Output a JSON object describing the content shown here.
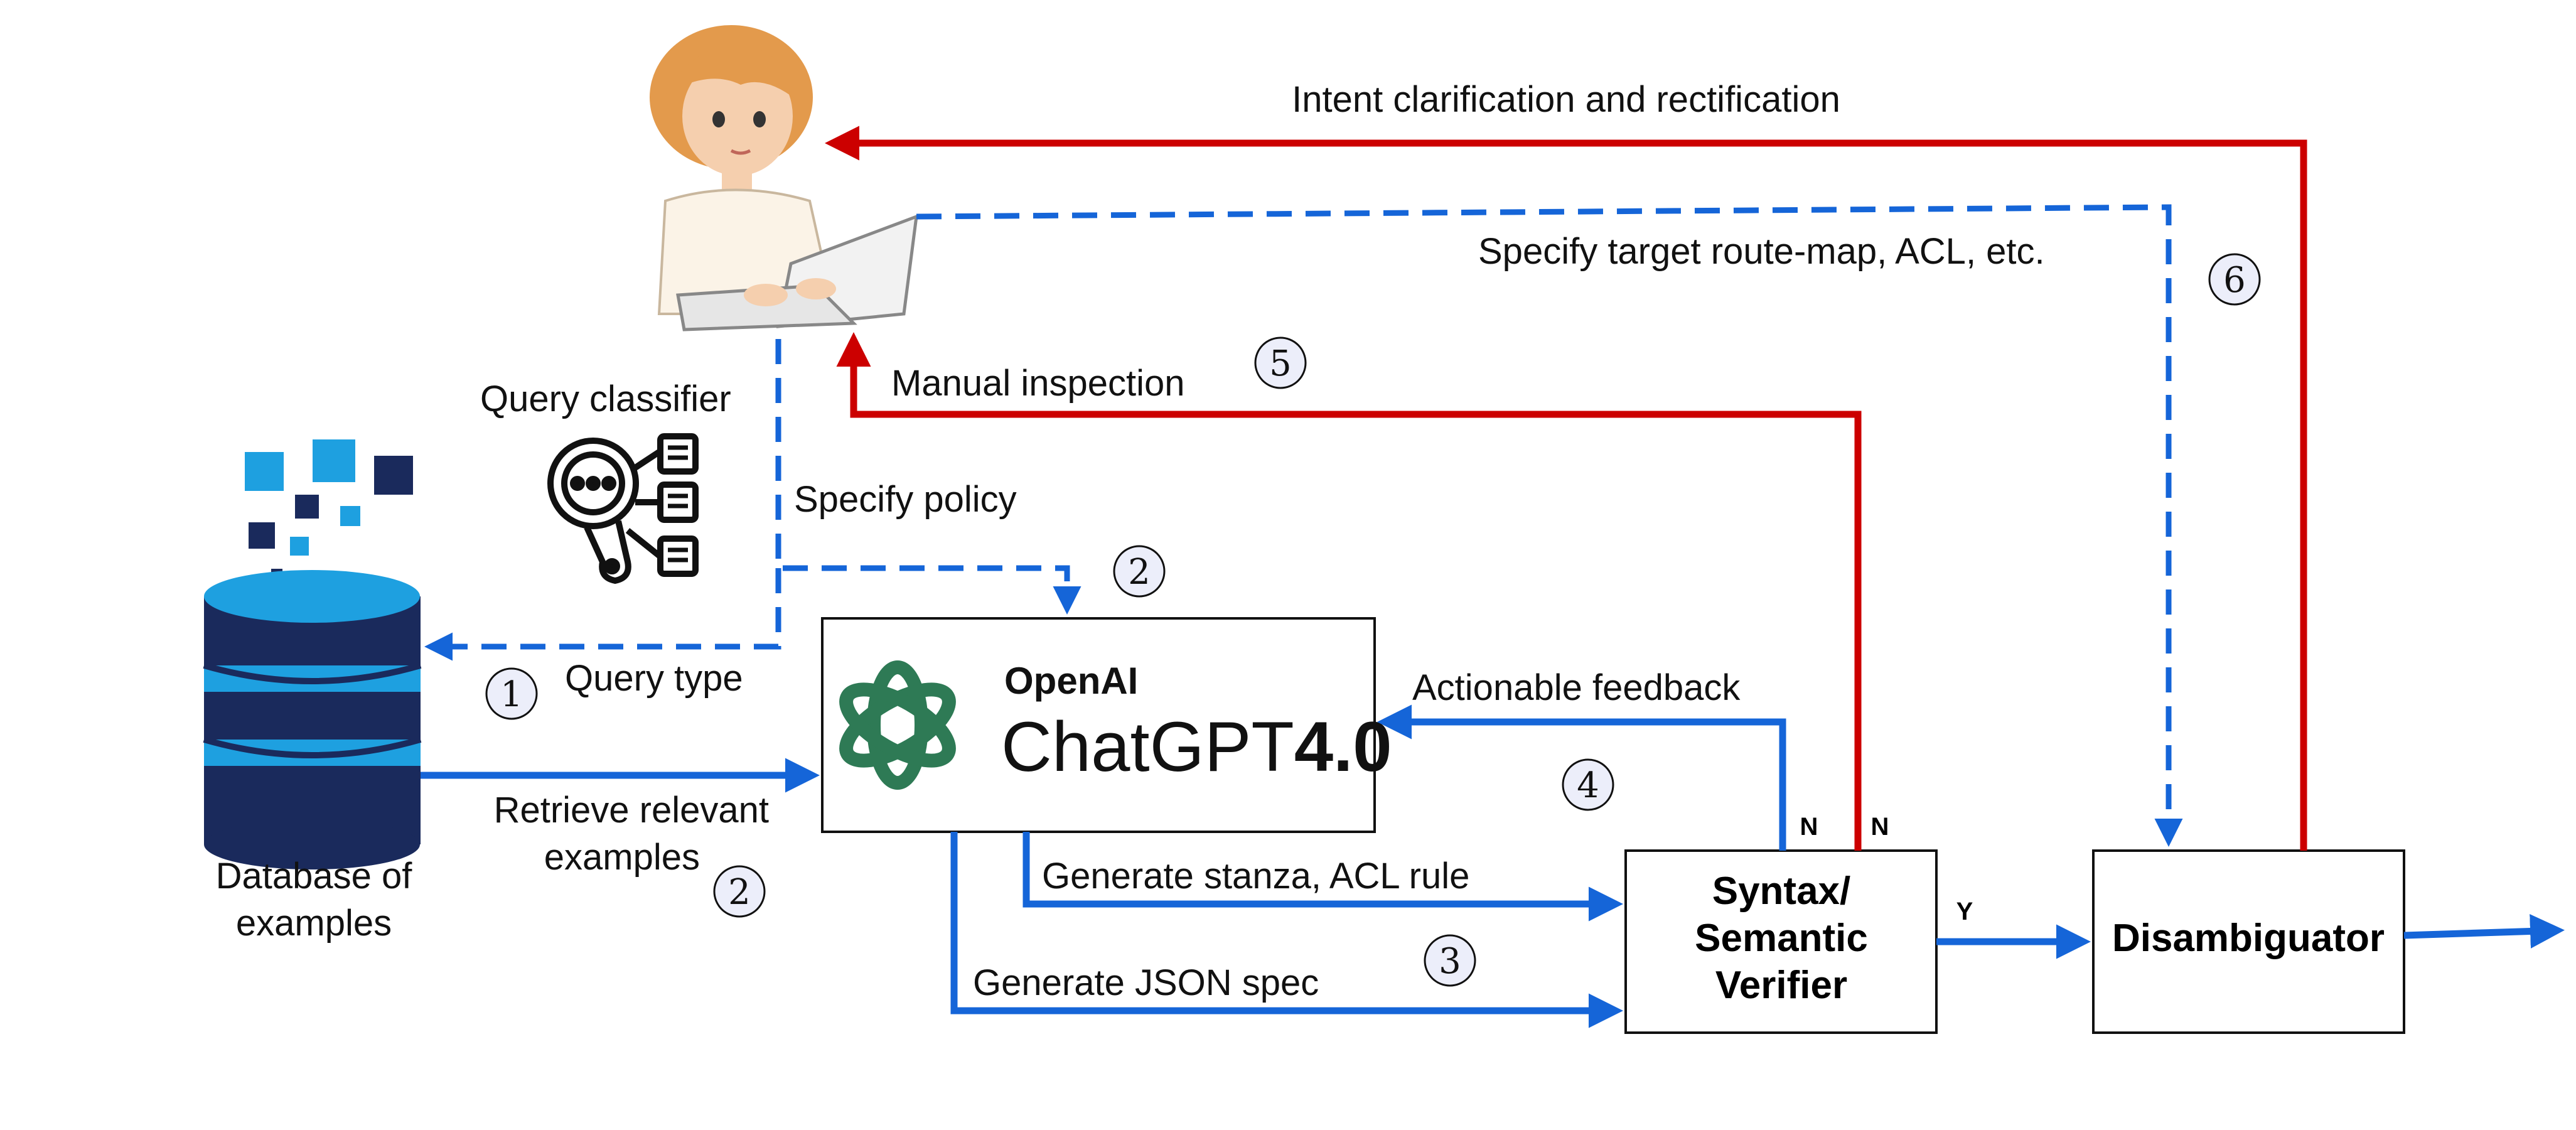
{
  "colors": {
    "blue": "#1565d8",
    "red": "#cc0000",
    "db_dark": "#1a2a5c",
    "db_light": "#1ea0e0",
    "openai_green": "#2e7a55",
    "skin": "#f5cfae",
    "hair": "#e39a4c"
  },
  "icons": {
    "user": "user-at-laptop-icon",
    "classifier": "magnifier-document-icon",
    "database": "database-icon",
    "openai": "openai-logo-icon"
  },
  "nodes": {
    "database": {
      "label_line1": "Database of",
      "label_line2": "examples"
    },
    "classifier": {
      "label": "Query classifier"
    },
    "llm": {
      "brand": "OpenAI",
      "product": "ChatGPT",
      "version": "4.0"
    },
    "verifier": {
      "line1": "Syntax/",
      "line2": "Semantic",
      "line3": "Verifier"
    },
    "disambiguator": {
      "label": "Disambiguator"
    }
  },
  "edges": {
    "intent": "Intent clarification and rectification",
    "target": "Specify target route-map, ACL, etc.",
    "manual": "Manual inspection",
    "policy": "Specify policy",
    "query_type": "Query type",
    "retrieve_line1": "Retrieve relevant",
    "retrieve_line2": "examples",
    "feedback": "Actionable feedback",
    "stanza": "Generate stanza, ACL rule",
    "json": "Generate JSON spec",
    "no_feedback": "N",
    "no_manual": "N",
    "yes": "Y"
  },
  "steps": {
    "query_type": "1",
    "policy": "2",
    "retrieve": "2",
    "generate": "3",
    "feedback": "4",
    "manual": "5",
    "disambiguate": "6"
  }
}
